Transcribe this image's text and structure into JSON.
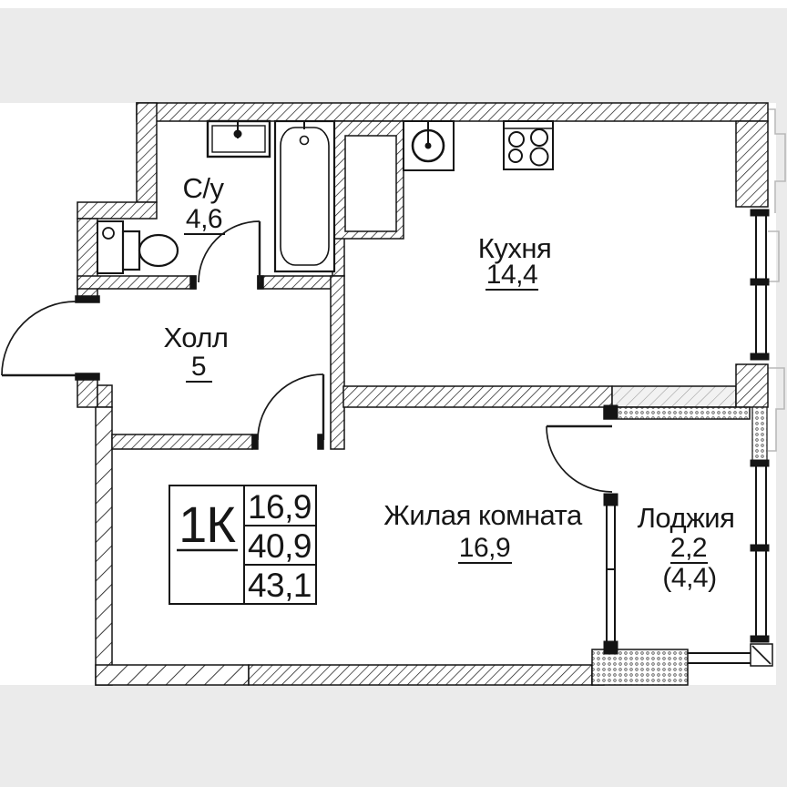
{
  "colors": {
    "background": "#ebebeb",
    "plan_background": "#ffffff",
    "line": "#1a1a1a",
    "outline_faint": "#b9b9b9"
  },
  "rooms": {
    "bathroom": {
      "name": "С/у",
      "area": "4,6"
    },
    "hall": {
      "name": "Холл",
      "area": "5"
    },
    "kitchen": {
      "name": "Кухня",
      "area": "14,4"
    },
    "living_room": {
      "name": "Жилая комната",
      "area": "16,9"
    },
    "loggia": {
      "name": "Лоджия",
      "area": "2,2",
      "area_alt": "(4,4)"
    }
  },
  "info_table": {
    "type": "1К",
    "rows": [
      "16,9",
      "40,9",
      "43,1"
    ]
  }
}
